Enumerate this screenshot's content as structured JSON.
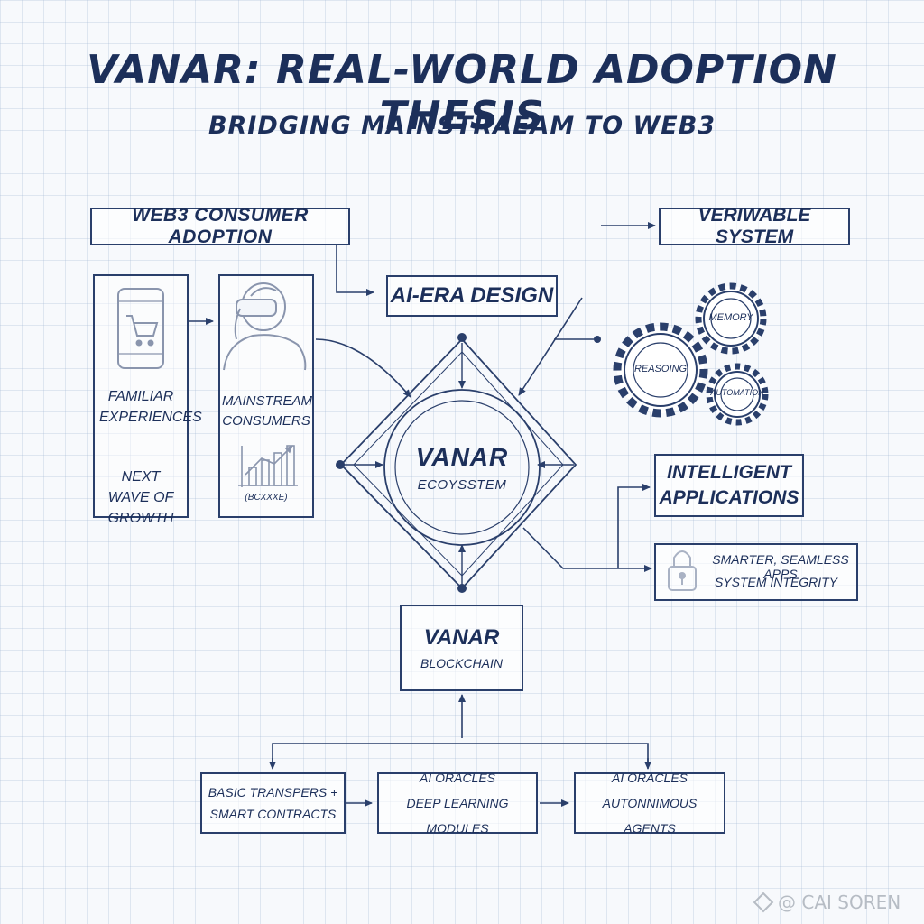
{
  "title": "VANAR: REAL-WORLD ADOPTION THESIS",
  "subtitle": "BRIDGING MAINSTRAEAM TO WEB3",
  "boxes": {
    "consumer_adoption": "WEB3 CONSUMER ADOPTION",
    "verifiable_system": "VERIWABLE SYSTEM",
    "ai_era_design": "AI-ERA DESIGN",
    "familiar_experiences": "FAMILIAR EXPERIENCES",
    "next_wave": "NEXT WAVE OF GROWTH",
    "mainstream_consumers": "MAINSTREAM CONSUMERS",
    "growth_caption": "(BCXXXE)",
    "hub_title": "VANAR",
    "hub_subtitle": "ECOYSSTEM",
    "intelligent_applications": "INTELLIGENT APPLICATIONS",
    "smarter_apps": "SMARTER, SEAMLESS APPS",
    "system_integrity": "SYSTEM INTEGRITY",
    "blockchain_title": "VANAR",
    "blockchain_subtitle": "BLOCKCHAIN",
    "layer1_line1": "BASIC TRANSPERS +",
    "layer1_line2": "SMART CONTRACTS",
    "layer2_line1": "AI ORACLES",
    "layer2_line2": "DEEP LEARNING MODULES",
    "layer3_line1": "AI ORACLES",
    "layer3_line2": "AUTONNIMOUS AGENTS"
  },
  "gears": {
    "memory": "MEMORY",
    "reasoning": "REASOING",
    "automation": "AUTOMATION"
  },
  "icons": [
    "shopping-cart-phone-icon",
    "vr-headset-user-icon",
    "growth-chart-icon",
    "padlock-icon",
    "gear-icon"
  ],
  "watermark": "@ CAI SOREN",
  "colors": {
    "ink": "#1c2f5a",
    "line": "#2a3f6b",
    "grid": "#a0b4d2",
    "background": "#f7f9fc"
  }
}
